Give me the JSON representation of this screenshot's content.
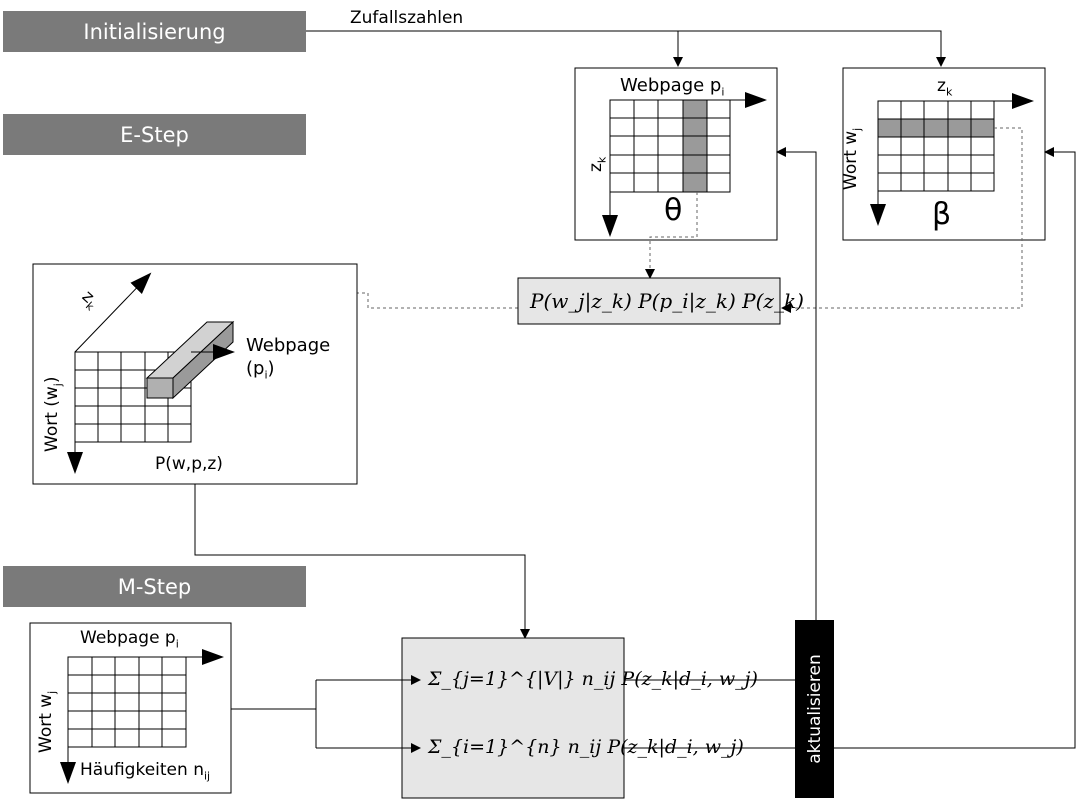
{
  "stages": {
    "init": "Initialisierung",
    "estep": "E-Step",
    "mstep": "M-Step"
  },
  "labels": {
    "random": "Zufallszahlen",
    "theta_panel": {
      "col_label": "Webpage p",
      "col_sub": "i",
      "row_label": "z",
      "row_sub": "k",
      "symbol": "θ"
    },
    "beta_panel": {
      "col_label": "z",
      "col_sub": "k",
      "row_label": "Wort w",
      "row_sub": "j",
      "symbol": "β"
    },
    "cube_panel": {
      "depth_label": "z",
      "depth_sub": "k",
      "front_label_1": "Webpage",
      "front_label_2": "(p",
      "front_sub": "i",
      "front_close": ")",
      "row_label": "Wort (w",
      "row_sub": "j",
      "row_close": ")",
      "caption": "P(w,p,z)"
    },
    "freq_panel": {
      "col_label": "Webpage p",
      "col_sub": "i",
      "row_label": "Wort w",
      "row_sub": "j",
      "caption": "Häufigkeiten n",
      "caption_sub": "ij"
    },
    "update": "aktualisieren"
  },
  "formulas": {
    "estep": "P(w_j|z_k) P(p_i|z_k) P(z_k)",
    "mstep_1": "Σ_{j=1}^{|V|} n_ij P(z_k|d_i, w_j)",
    "mstep_2": "Σ_{i=1}^{n} n_ij P(z_k|d_i, w_j)"
  },
  "colors": {
    "stage_bg": "#7a7a7a",
    "formula_bg": "#e6e6e6",
    "highlight": "#9a9a9a",
    "bar": "#000000"
  }
}
